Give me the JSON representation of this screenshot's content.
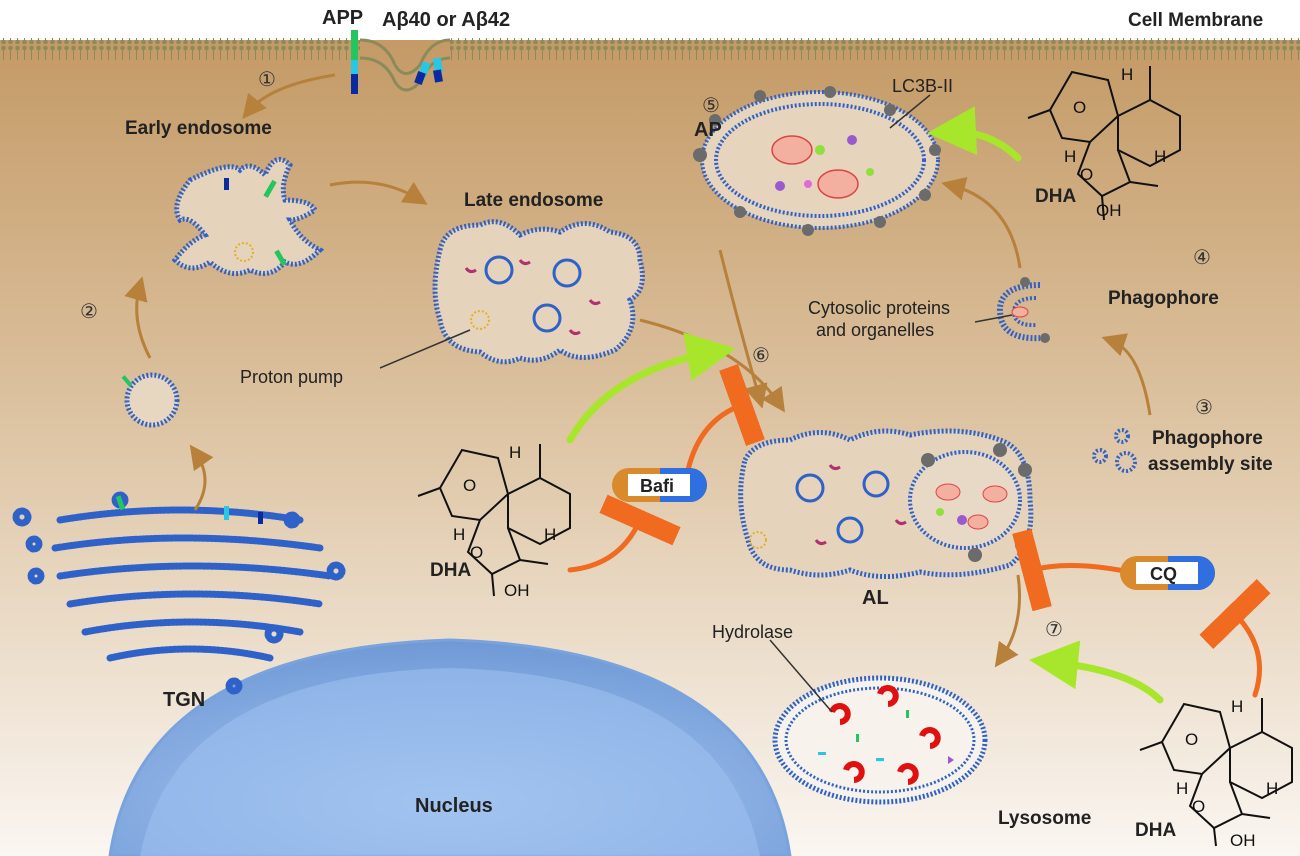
{
  "labels": {
    "app": "APP",
    "abeta": "Aβ40 or Aβ42",
    "cell_membrane": "Cell Membrane",
    "early_endosome": "Early endosome",
    "late_endosome": "Late endosome",
    "proton_pump": "Proton pump",
    "tgn": "TGN",
    "nucleus": "Nucleus",
    "ap": "AP",
    "lc3b": "LC3B-II",
    "phagophore": "Phagophore",
    "cytosolic_line1": "Cytosolic proteins",
    "cytosolic_line2": "and organelles",
    "assembly_line1": "Phagophore",
    "assembly_line2": "assembly site",
    "al": "AL",
    "lysosome": "Lysosome",
    "hydrolase": "Hydrolase",
    "bafi": "Bafi",
    "cq": "CQ",
    "dha": "DHA",
    "oh": "OH",
    "h": "H",
    "o": "O"
  },
  "steps": [
    "①",
    "②",
    "③",
    "④",
    "⑤",
    "⑥",
    "⑦"
  ],
  "colors": {
    "cytoplasm_top": "#c9a06e",
    "cytoplasm_bottom": "#f7f1ea",
    "membrane_blue": "#2f62c9",
    "pathway_brown": "#b7803b",
    "activate_green": "#a8e62b",
    "inhibit_orange": "#f06a1f",
    "nucleus_blue": "#8fb3e8",
    "app_green": "#22c55e",
    "app_cyan": "#28c7e6",
    "app_navy": "#0a2aa0",
    "vesicle_grey": "#6b6b6b",
    "hydrolase_red": "#e01010"
  }
}
